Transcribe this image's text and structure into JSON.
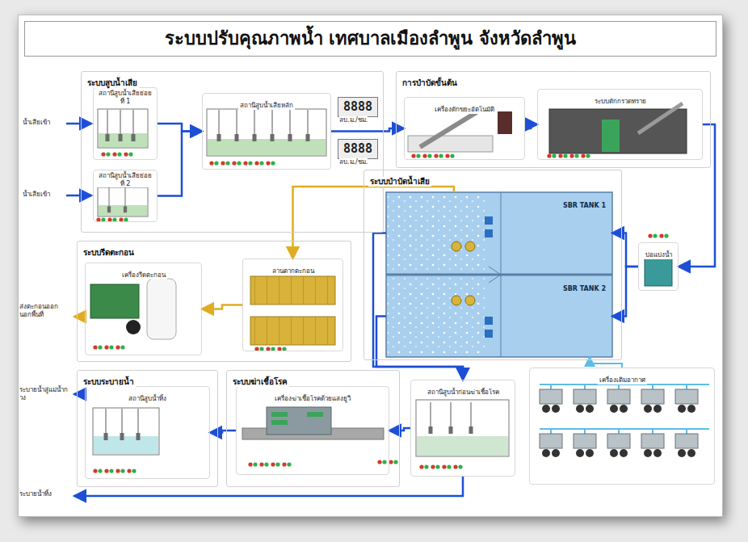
{
  "diagram": {
    "title": "ระบบปรับคุณภาพน้ำ เทศบาลเมืองลำพูน จังหวัดลำพูน",
    "nodes": [
      {
        "text": [
          "ระบบสูบน้ำเสีย"
        ]
      },
      {
        "text": [
          "สถานีสูบน้ำเสียย่อยที่ 1"
        ],
        "in": 0
      },
      {
        "text": [
          "สถานีสูบน้ำเสียย่อยที่ 2"
        ],
        "in": 0
      },
      {
        "text": [
          "สถานีสูบน้ำเสียหลัก"
        ],
        "in": 0
      },
      {
        "text": [
          "8888"
        ],
        "in": 0
      },
      {
        "text": [
          "8888"
        ],
        "in": 0
      },
      {
        "text": [
          "การบำบัดขั้นต้น"
        ]
      },
      {
        "text": [
          "เครื่องดักขยะอัตโนมัติ"
        ],
        "in": 6
      },
      {
        "text": [
          "ระบบดักกรวดทราย"
        ],
        "in": 6
      },
      {
        "text": [
          "ระบบบำบัดน้ำเสีย"
        ]
      },
      {
        "text": [
          "SBR TANK 1"
        ],
        "in": 9
      },
      {
        "text": [
          "SBR TANK 2"
        ],
        "in": 9
      },
      {
        "text": [
          "บ่อแบ่งน้ำ"
        ]
      },
      {
        "text": [
          "ระบบรีดตะกอน"
        ]
      },
      {
        "text": [
          "เครื่องรีดตะกอน"
        ],
        "in": 13
      },
      {
        "text": [
          "ลานตากตะกอน"
        ],
        "in": 13
      },
      {
        "text": [
          "ระบบระบายน้ำ"
        ]
      },
      {
        "text": [
          "สถานีสูบน้ำทิ้ง"
        ],
        "in": 16
      },
      {
        "text": [
          "ระบบฆ่าเชื้อโรค"
        ]
      },
      {
        "text": [
          "เครื่องฆ่าเชื้อโรคด้วยแสงยูวี"
        ],
        "in": 18
      },
      {
        "text": [
          "สถานีสูบน้ำก่อนฆ่าเชื้อโรค"
        ]
      },
      {
        "text": [
          "เครื่องเติมอากาศ"
        ]
      }
    ],
    "edges": [
      {
        "from": 1,
        "to": 3,
        "arrow": "to"
      },
      {
        "from": 2,
        "to": 3,
        "arrow": "to"
      },
      {
        "from": 3,
        "to": 7,
        "arrow": "to"
      },
      {
        "from": 7,
        "to": 8,
        "arrow": "to"
      },
      {
        "from": 8,
        "to": 12,
        "arrow": "to"
      },
      {
        "from": 12,
        "to": 10,
        "arrow": "to"
      },
      {
        "from": 12,
        "to": 11,
        "arrow": "to"
      },
      {
        "from": 10,
        "to": 20,
        "arrow": "to"
      },
      {
        "from": 11,
        "to": 20,
        "arrow": "to"
      },
      {
        "from": 20,
        "to": 19,
        "arrow": "to"
      },
      {
        "from": 19,
        "to": 17,
        "arrow": "to"
      },
      {
        "from": 21,
        "to": 11,
        "arrow": "to"
      },
      {
        "from": 10,
        "to": 15,
        "arrow": "to"
      },
      {
        "from": 15,
        "to": 14,
        "arrow": "to"
      }
    ],
    "labels": [
      "น้ำเสียเข้า",
      "น้ำเสียเข้า",
      "ลบ.ม./ชม.",
      "ลบ.ม./ชม.",
      "ส่งตะกอนออกนอกพื้นที่",
      "ระบายน้ำสู่แม่น้ำกวง",
      "ระบายน้ำทิ้ง"
    ]
  }
}
